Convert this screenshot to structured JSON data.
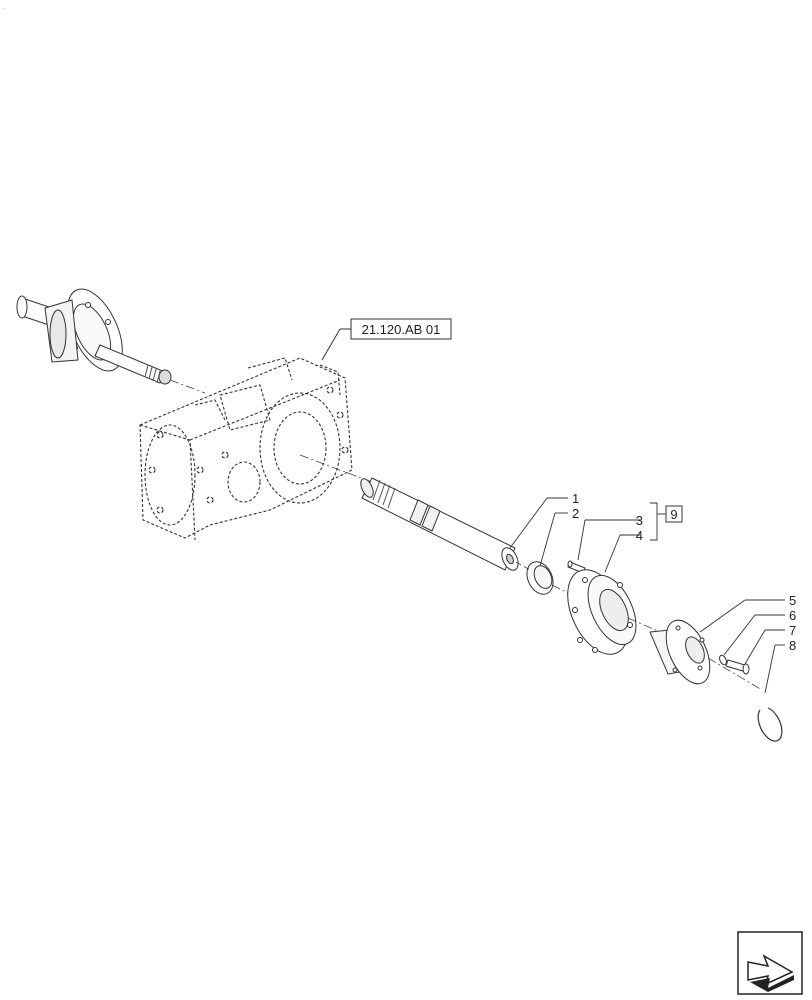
{
  "corner_mark": ".",
  "housing_reference": "21.120.AB 01",
  "kit_reference": "9",
  "callouts": [
    {
      "id": "1",
      "part": "shaft"
    },
    {
      "id": "2",
      "part": "seal"
    },
    {
      "id": "3",
      "part": "pin"
    },
    {
      "id": "4",
      "part": "flange"
    },
    {
      "id": "5",
      "part": "hub"
    },
    {
      "id": "6",
      "part": "washer"
    },
    {
      "id": "7",
      "part": "bolt"
    },
    {
      "id": "8",
      "part": "snap-ring"
    }
  ],
  "navigation": {
    "icon": "next-page-arrow-icon"
  }
}
